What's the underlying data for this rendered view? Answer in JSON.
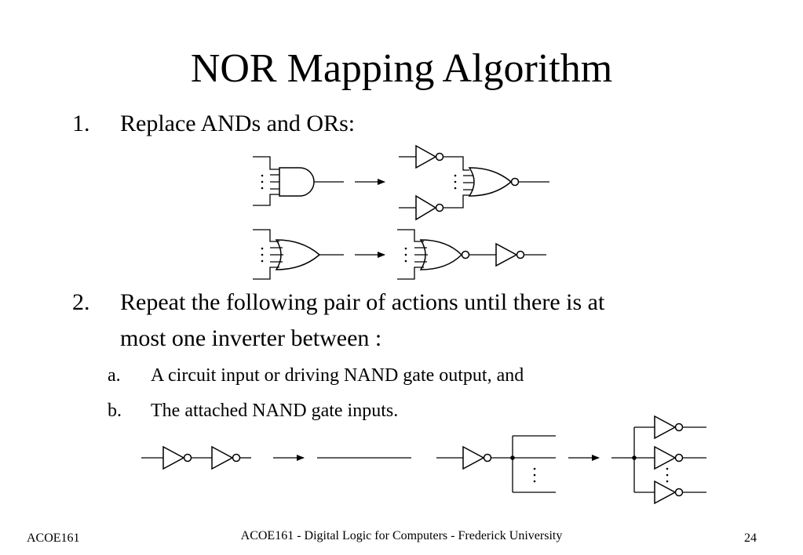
{
  "slide": {
    "title": "NOR Mapping Algorithm",
    "steps": [
      {
        "number": "1.",
        "text": "Replace ANDs and ORs:"
      },
      {
        "number": "2.",
        "text_line1": "Repeat the following pair of actions until there is at",
        "text_line2": "most one inverter between :"
      }
    ],
    "substeps": [
      {
        "letter": "a.",
        "text": "A circuit input or driving NAND gate output, and"
      },
      {
        "letter": "b.",
        "text": "The attached NAND gate inputs."
      }
    ]
  },
  "footer": {
    "left": "ACOE161",
    "center": "ACOE161 - Digital Logic for Computers - Frederick University",
    "page": "24"
  }
}
